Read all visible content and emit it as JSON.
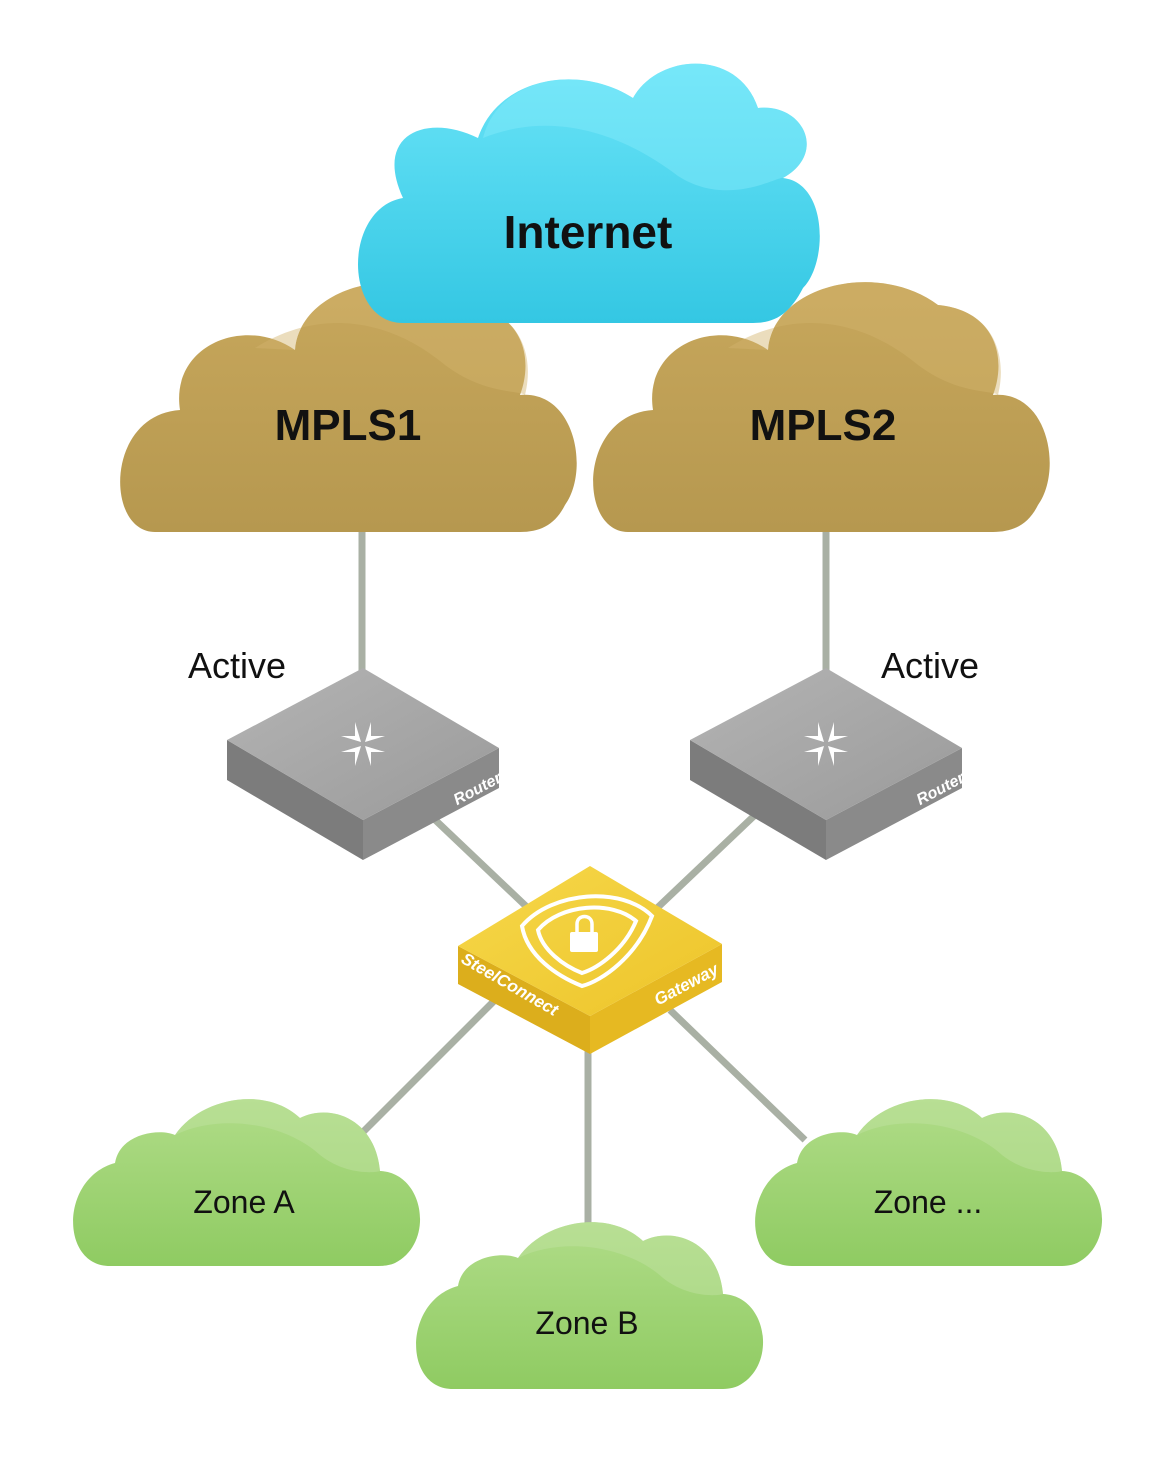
{
  "clouds": {
    "internet": {
      "label": "Internet"
    },
    "mpls1": {
      "label": "MPLS1"
    },
    "mpls2": {
      "label": "MPLS2"
    }
  },
  "routers": {
    "left": {
      "state": "Active",
      "device_label": "Router"
    },
    "right": {
      "state": "Active",
      "device_label": "Router"
    }
  },
  "gateway": {
    "brand_label": "SteelConnect",
    "device_label": "Gateway"
  },
  "zones": {
    "a": {
      "label": "Zone A"
    },
    "b": {
      "label": "Zone B"
    },
    "more": {
      "label": "Zone ..."
    }
  },
  "colors": {
    "internet": "#3fcde8",
    "mpls": "#bf9f55",
    "zone": "#9dd271",
    "router": "#9a9a9a",
    "gateway": "#f0c419",
    "link": "#a9b0a4"
  }
}
